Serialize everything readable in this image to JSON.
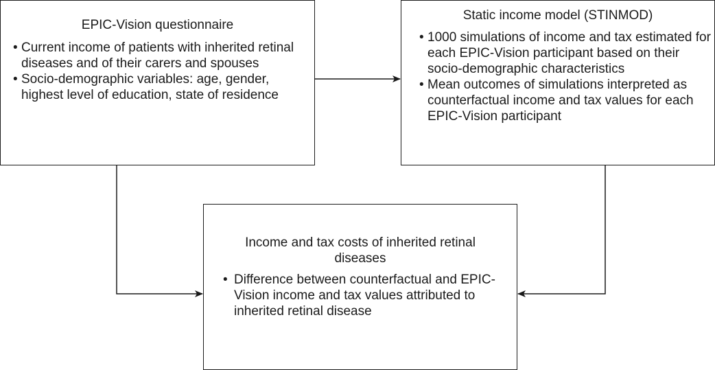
{
  "boxes": {
    "epic": {
      "title": "EPIC-Vision questionnaire",
      "bullets": [
        "Current income of patients with inherited retinal diseases and of their carers and spouses",
        "Socio-demographic variables: age, gender, highest level of education, state of residence"
      ]
    },
    "stinmod": {
      "title": "Static income model (STINMOD)",
      "bullets": [
        "1000 simulations of income and tax estimated for each EPIC-Vision participant based on their socio-demographic characteristics",
        "Mean outcomes of simulations interpreted as counterfactual income and tax values for each EPIC-Vision participant"
      ]
    },
    "costs": {
      "title": "Income and tax costs of inherited retinal diseases",
      "bullets": [
        "Difference between counterfactual and EPIC-Vision income and tax values attributed to inherited retinal disease"
      ]
    }
  },
  "bullet_glyph": "•",
  "colors": {
    "line": "#1a1a1a",
    "text": "#1a1a1a",
    "background": "#ffffff"
  }
}
